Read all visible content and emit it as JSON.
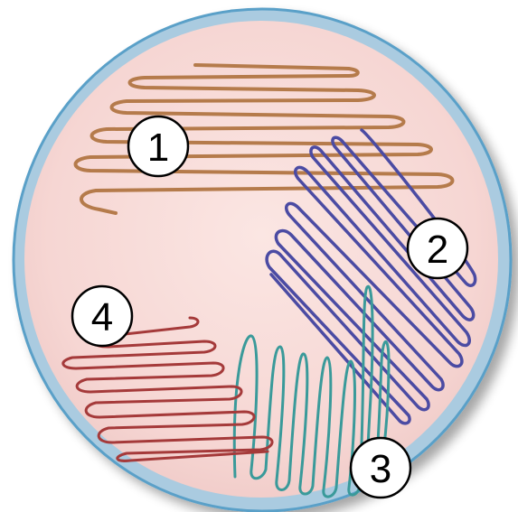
{
  "diagram": {
    "labels": [
      "1",
      "2",
      "3",
      "4"
    ]
  },
  "colors": {
    "agar": "#f8dcda",
    "rim": "#aacbe0",
    "rim_outline": "#5aa0c8",
    "streak_1": "#b57b4b",
    "streak_2": "#4b4ba3",
    "streak_3": "#3a9a9a",
    "streak_4": "#a53a3a",
    "label_fill": "#ffffff",
    "label_stroke": "#000000"
  }
}
